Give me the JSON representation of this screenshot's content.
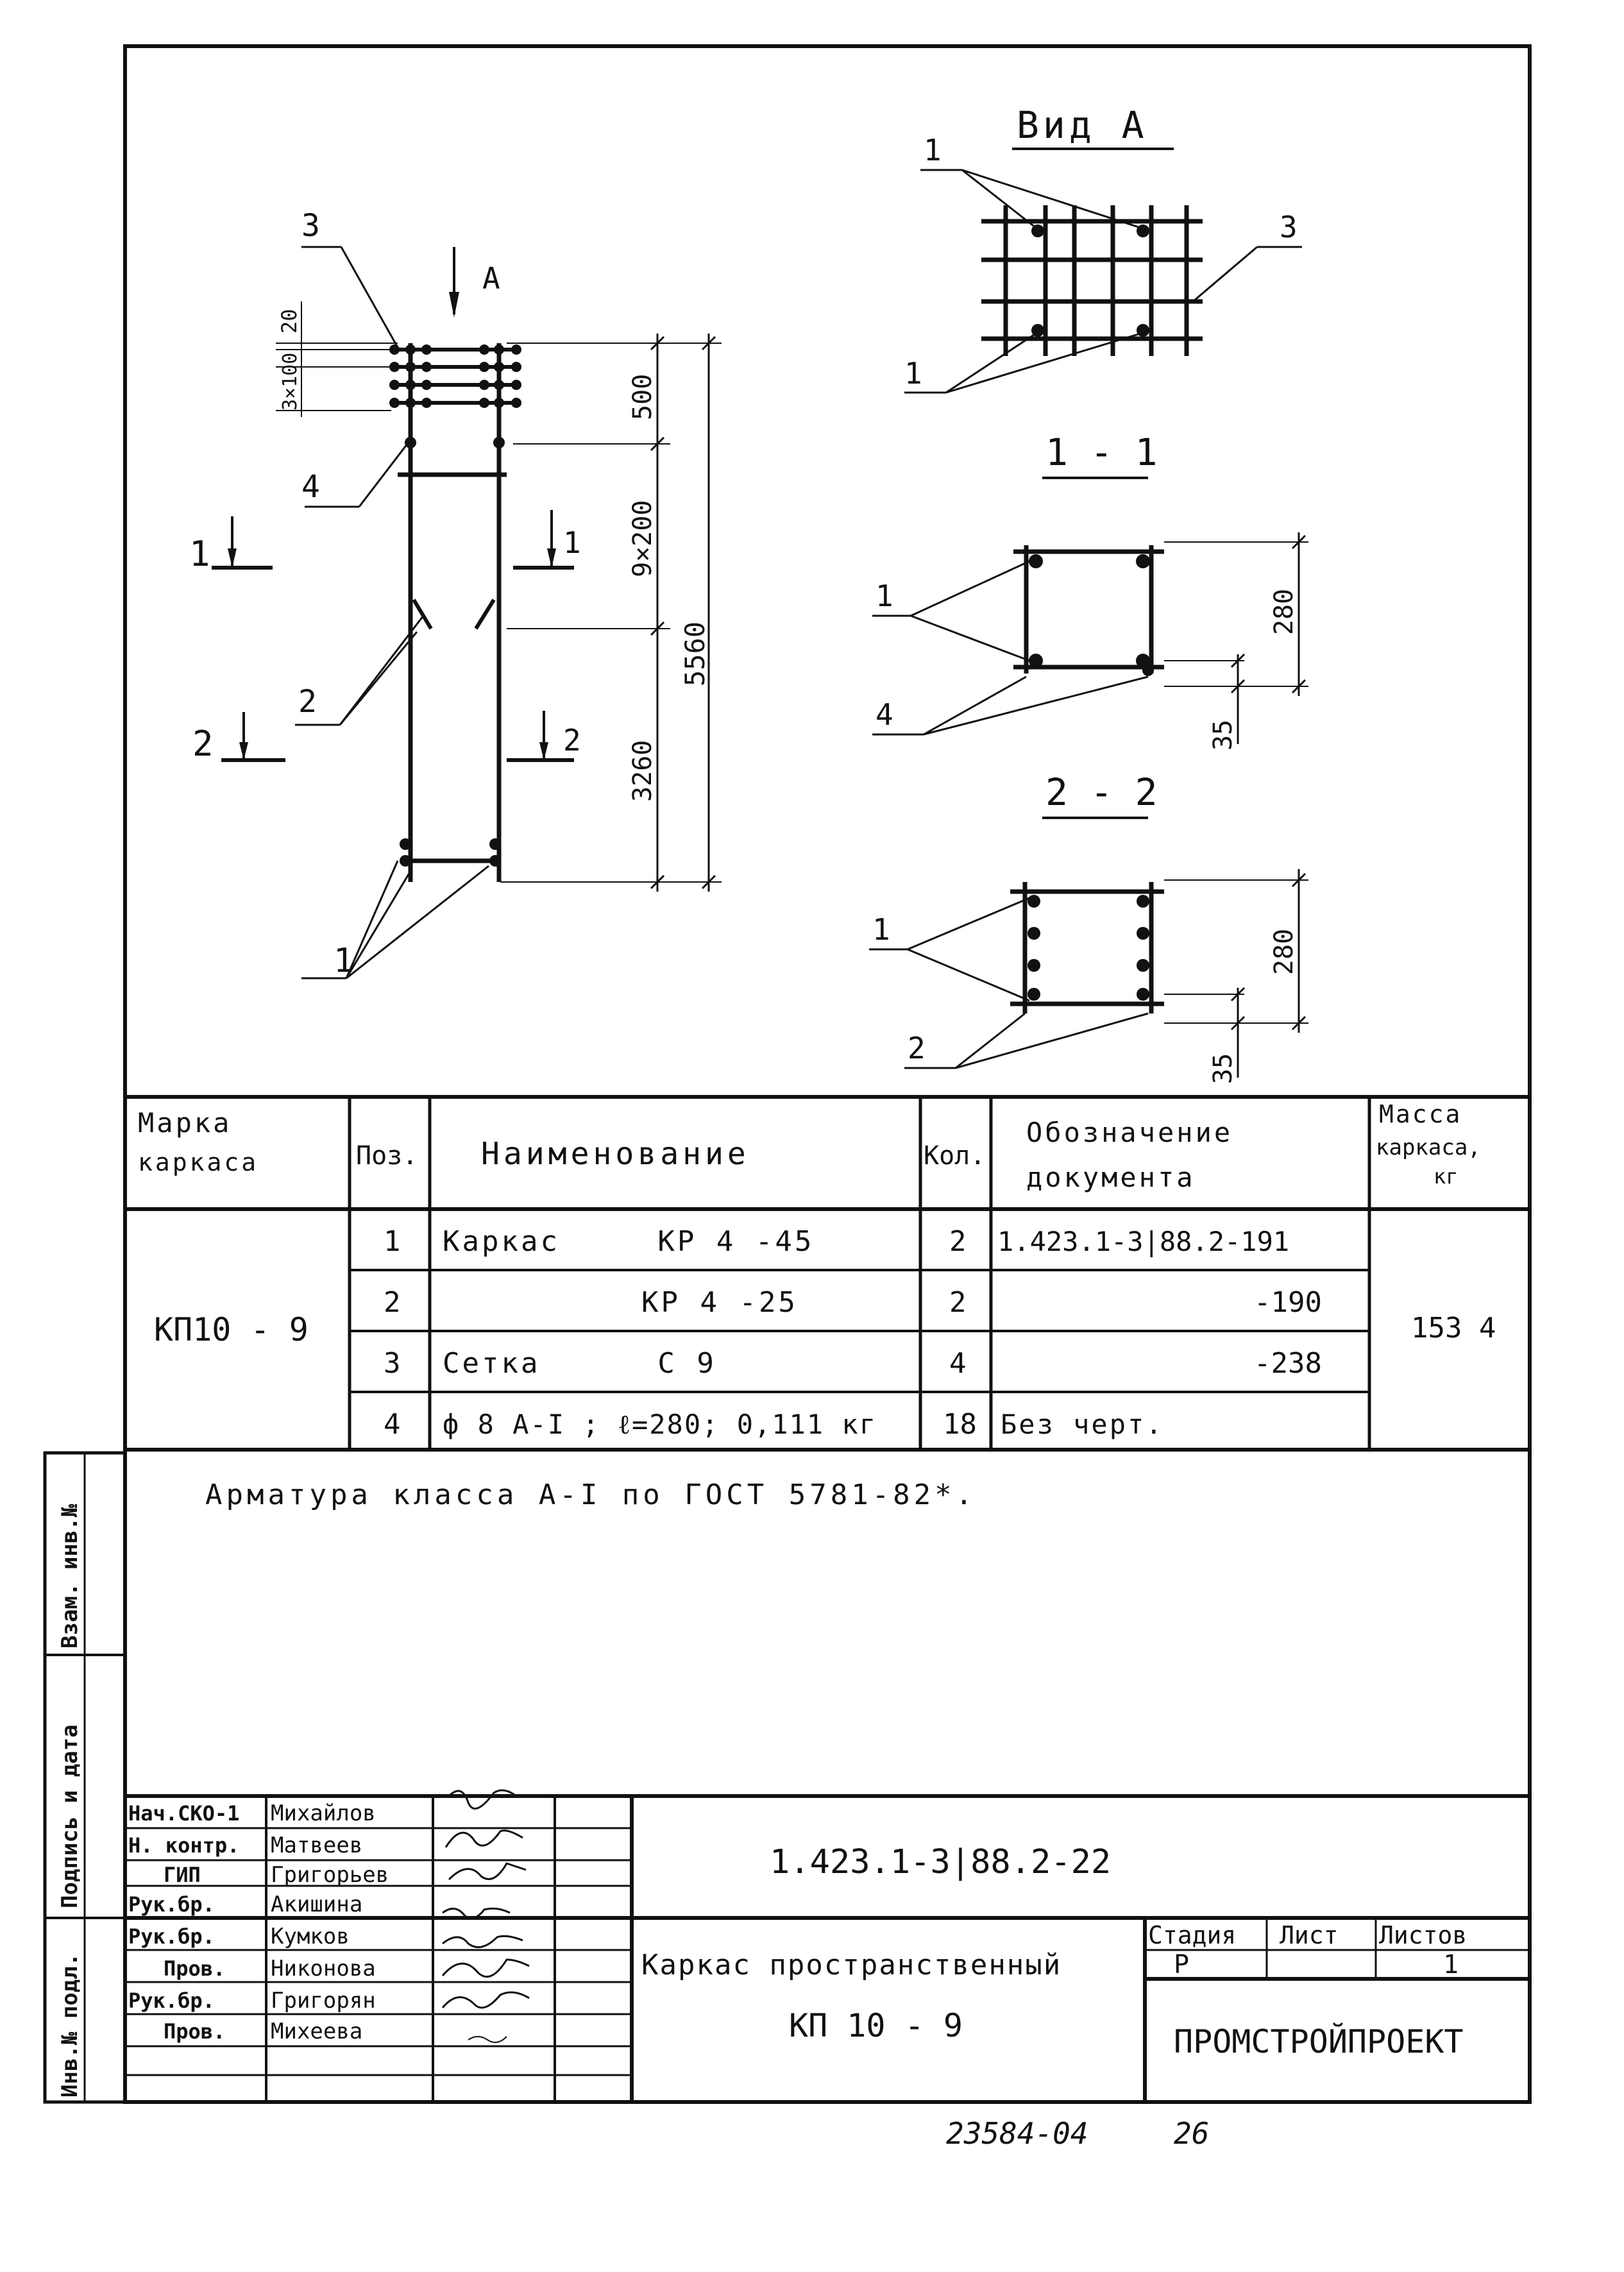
{
  "drawing": {
    "view_a_title": "Вид А",
    "section_1_title": "1 - 1",
    "section_2_title": "2 - 2",
    "arrow_a_label": "А",
    "cut_1_left_label": "1",
    "cut_1_right_label": "1",
    "cut_2_left_label": "2",
    "cut_2_right_label": "2",
    "callouts": {
      "main_3": "3",
      "main_4": "4",
      "main_2": "2",
      "main_1": "1",
      "view_a_1_top": "1",
      "view_a_1_bottom": "1",
      "view_a_3": "3",
      "sec1_1": "1",
      "sec1_4": "4",
      "sec2_1": "1",
      "sec2_2": "2"
    },
    "dims": {
      "top_20": "20",
      "top_3x100": "3×100",
      "d500": "500",
      "d9x200": "9×200",
      "d3260": "3260",
      "d5560": "5560",
      "sec1_280": "280",
      "sec1_35": "35",
      "sec2_280": "280",
      "sec2_35": "35"
    }
  },
  "spec_table": {
    "headers": {
      "mark": [
        "Марка",
        "каркаса"
      ],
      "pos": "Поз.",
      "name": "Наименование",
      "qty": "Кол.",
      "doc": [
        "Обозначение",
        "документа"
      ],
      "mass": [
        "Масса",
        "каркаса,",
        "кг"
      ]
    },
    "mark_value": "КП10 - 9",
    "mass_value": "153 4",
    "rows": [
      {
        "pos": "1",
        "name": "Каркас     КР 4 -45",
        "qty": "2",
        "doc": "1.423.1-3|88.2-191"
      },
      {
        "pos": "2",
        "name": "КР 4 -25",
        "qty": "2",
        "doc": "-190"
      },
      {
        "pos": "3",
        "name": "Сетка      С 9",
        "qty": "4",
        "doc": "-238"
      },
      {
        "pos": "4",
        "name": "ф 8 А-I ; ℓ=280; 0,111 кг",
        "qty": "18",
        "doc": "Без черт."
      }
    ]
  },
  "note": "Арматура класса А-I по ГОСТ 5781-82*.",
  "side_stamp": {
    "inv_podl": "Инв.№ подл.",
    "podpis_data": "Подпись и дата",
    "vzam_inv": "Взам. инв.№"
  },
  "title_block": {
    "signatories": [
      {
        "role": "Нач.СКО-1",
        "name": "Михайлов"
      },
      {
        "role": "Н. контр.",
        "name": "Матвеев"
      },
      {
        "role": "ГИП",
        "name": "Григорьев"
      },
      {
        "role": "Рук.бр.",
        "name": "Акишина"
      },
      {
        "role": "Рук.бр.",
        "name": "Кумков"
      },
      {
        "role": "Пров.",
        "name": "Никонова"
      },
      {
        "role": "Рук.бр.",
        "name": "Григорян"
      },
      {
        "role": "Пров.",
        "name": "Михеева"
      }
    ],
    "doc_code": "1.423.1-3|88.2-22",
    "title_line1": "Каркас пространственный",
    "title_line2": "КП 10 - 9",
    "stage_label": "Стадия",
    "sheet_label": "Лист",
    "sheets_label": "Листов",
    "stage_value": "Р",
    "sheet_value": "",
    "sheets_value": "1",
    "organization": "ПРОМСТРОЙПРОЕКТ"
  },
  "footer": {
    "archive_number": "23584-04",
    "page_number": "26"
  }
}
